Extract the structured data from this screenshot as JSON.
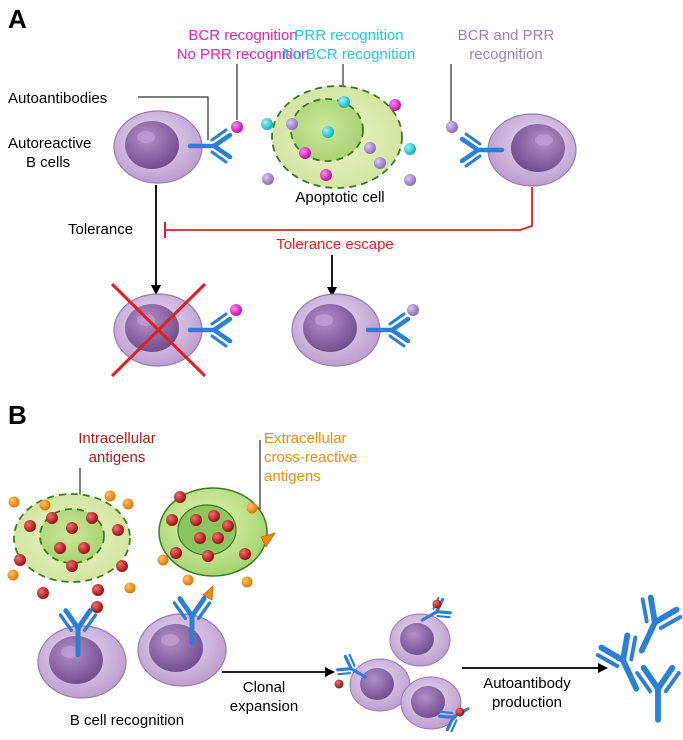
{
  "panel_a": {
    "label": "A",
    "bcr_only": {
      "line1": "BCR recognition",
      "line2": "No PRR recognition"
    },
    "prr_only": {
      "line1": "PRR recognition",
      "line2": "No BCR recognition"
    },
    "both": {
      "line1": "BCR and PRR",
      "line2": "recognition"
    },
    "autoantibodies": "Autoantibodies",
    "autoreactive": {
      "line1": "Autoreactive",
      "line2": "B cells"
    },
    "apoptotic_cell": "Apoptotic cell",
    "tolerance": "Tolerance",
    "tolerance_escape": "Tolerance escape"
  },
  "panel_b": {
    "label": "B",
    "intracellular": {
      "line1": "Intracellular",
      "line2": "antigens"
    },
    "extracellular": {
      "line1": "Extracellular",
      "line2": "cross-reactive",
      "line3": "antigens"
    },
    "b_cell_recognition": "B cell recognition",
    "clonal_expansion": {
      "line1": "Clonal",
      "line2": "expansion"
    },
    "autoantibody_production": {
      "line1": "Autoantibody",
      "line2": "production"
    }
  },
  "colors": {
    "magenta": "#e020c0",
    "cyan": "#22c8d0",
    "lavender": "#9a80c8",
    "red": "#e02020",
    "dark_red": "#b01818",
    "orange": "#f08a10",
    "antibody_blue": "#2a7fd6",
    "cell_purple": "#c6a8d8",
    "apoptotic_green": "#dcebb0"
  }
}
